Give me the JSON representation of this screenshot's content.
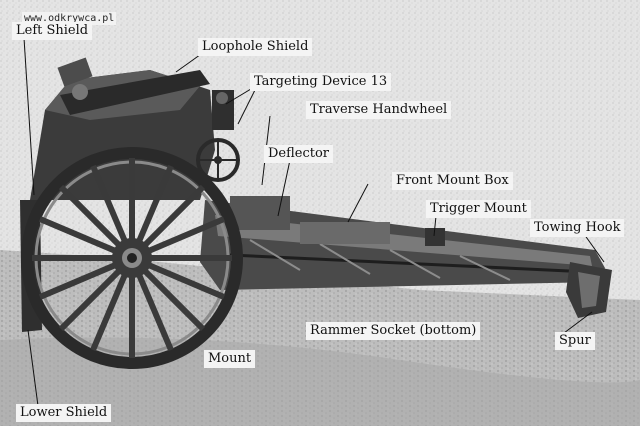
{
  "watermark": "www.odkrywca.pl",
  "labels": {
    "left_shield": "Left Shield",
    "loophole_shield": "Loophole Shield",
    "targeting_device": "Targeting Device 13",
    "traverse_handwheel": "Traverse Handwheel",
    "deflector": "Deflector",
    "front_mount_box": "Front Mount Box",
    "trigger_mount": "Trigger Mount",
    "towing_hook": "Towing Hook",
    "rammer_socket": "Rammer Socket (bottom)",
    "spur": "Spur",
    "mount": "Mount",
    "lower_shield": "Lower Shield"
  },
  "colors": {
    "background": "#e6e6e6",
    "ground": "#b9b9b9",
    "metal_dark": "#2e2e2e",
    "metal_mid": "#5a5a5a",
    "label_bg": "#f4f4f4",
    "leader_line": "#111111"
  }
}
